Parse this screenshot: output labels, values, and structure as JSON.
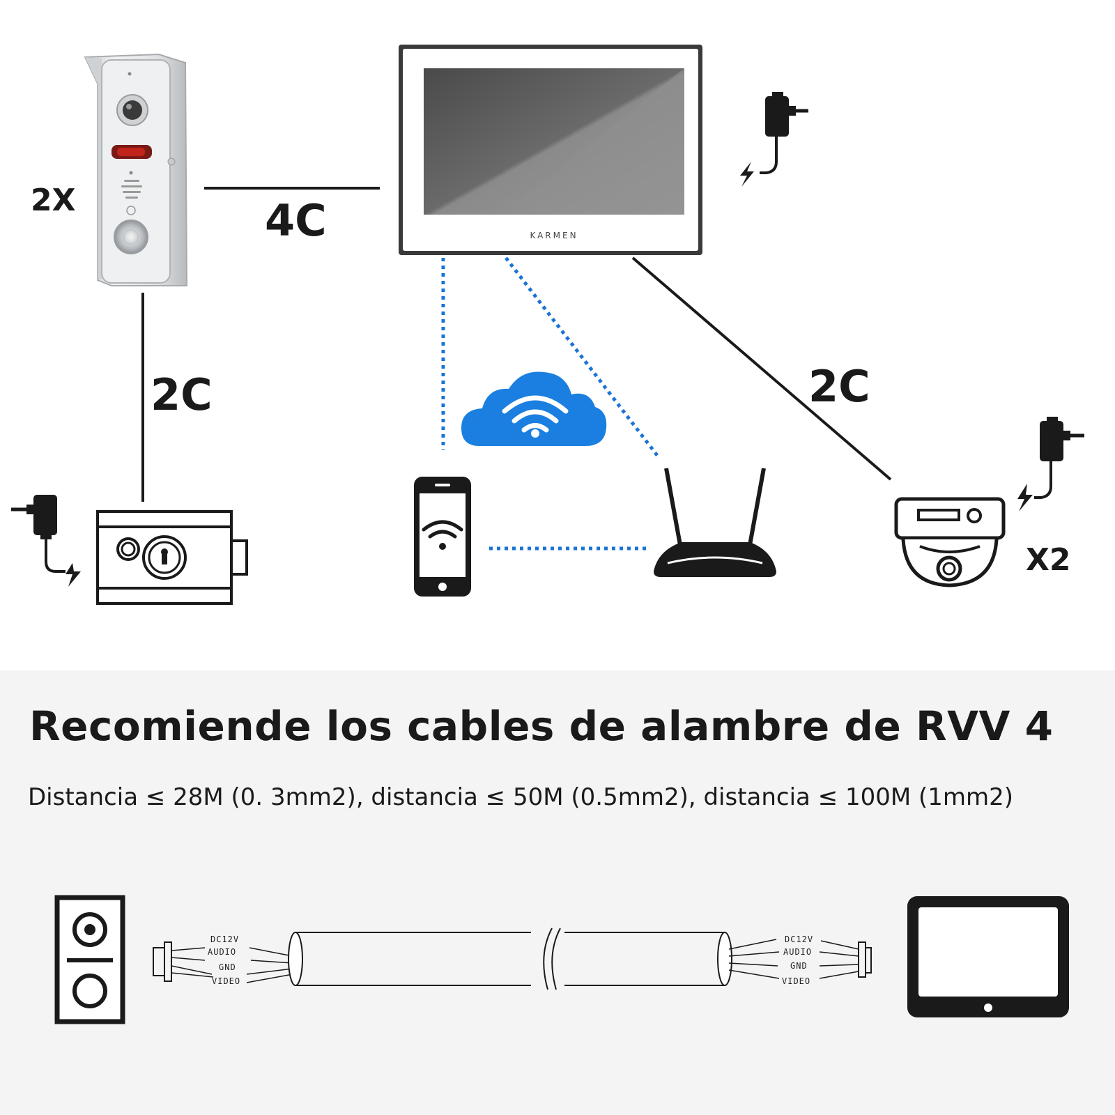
{
  "diagram": {
    "doorbell_label": "2X",
    "monitor_brand": "KARMEN",
    "cable_doorbell_monitor": "4C",
    "cable_doorbell_lock": "2C",
    "cable_monitor_camera": "2C",
    "camera_label": "X2",
    "wifi_link_color": "#1a73d6",
    "cloud_color": "#1a7fe0"
  },
  "wiring": {
    "title": "Recomiende los cables de alambre de RVV 4",
    "subtitle": "Distancia ≤ 28M (0. 3mm2), distancia ≤ 50M (0.5mm2), distancia ≤ 100M (1mm2)",
    "left_pins": [
      "DC12V",
      "AUDIO",
      "GND",
      "VIDEO"
    ],
    "right_pins": [
      "DC12V",
      "AUDIO",
      "GND",
      "VIDEO"
    ]
  }
}
